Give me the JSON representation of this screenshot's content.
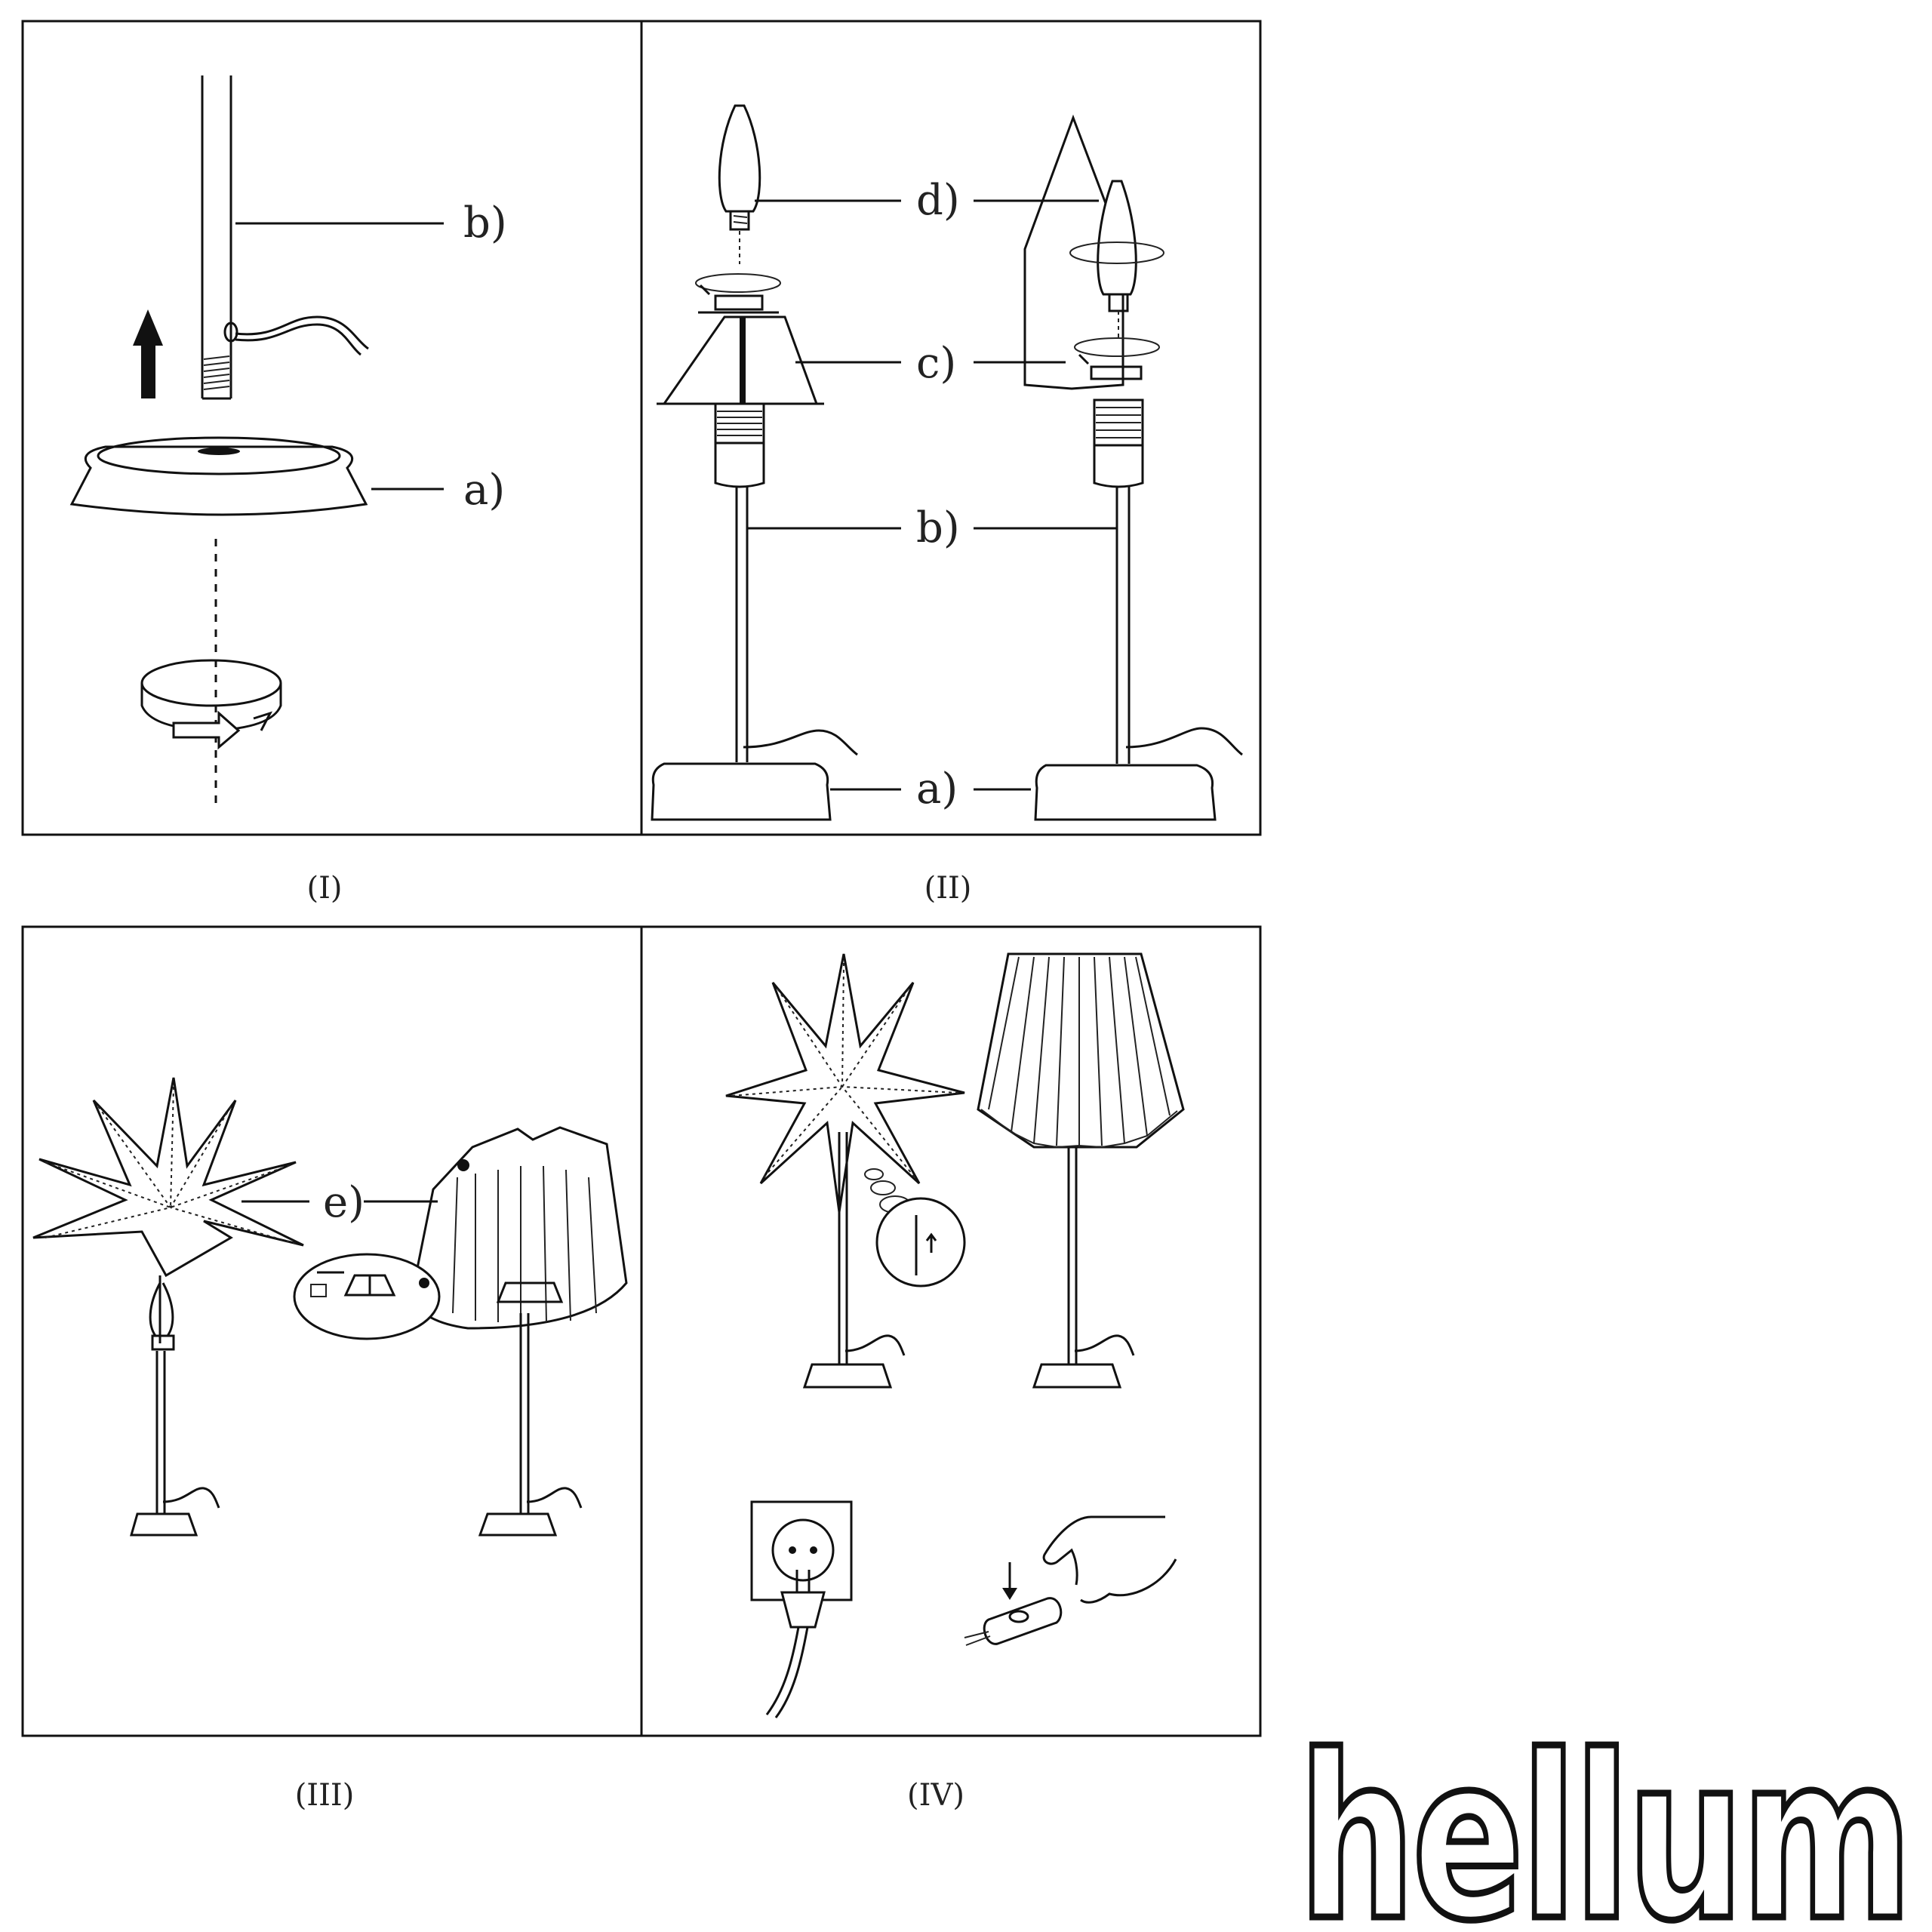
{
  "panels": [
    {
      "caption": "(I)",
      "labels": [
        "b)",
        "a)"
      ]
    },
    {
      "caption": "(II)",
      "labels": [
        "d)",
        "c)",
        "b)",
        "a)"
      ]
    },
    {
      "caption": "(III)",
      "labels": [
        "e)"
      ]
    },
    {
      "caption": "(IV)",
      "labels": []
    }
  ],
  "logo": {
    "text": "hellum"
  },
  "icons": [
    "arrow-up-icon",
    "rotate-icon",
    "bulb-icon",
    "lampshade-icon",
    "star-icon",
    "wall-socket-icon",
    "hand-switch-icon"
  ]
}
